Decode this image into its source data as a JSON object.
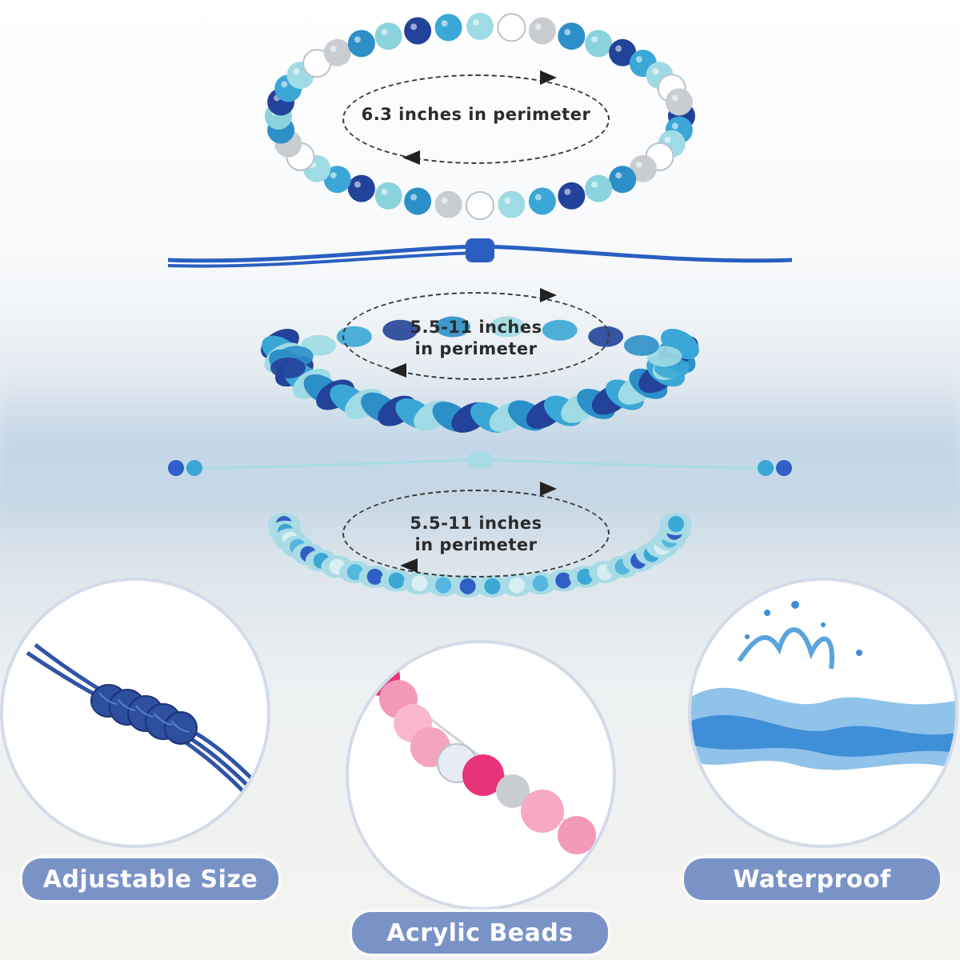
{
  "bracelets": [
    {
      "label": "6.3 inches in perimeter"
    },
    {
      "label_line1": "5.5-11 inches",
      "label_line2": "in perimeter"
    },
    {
      "label_line1": "5.5-11 inches",
      "label_line2": "in perimeter"
    }
  ],
  "features": {
    "adjustable": "Adjustable Size",
    "beads": "Acrylic Beads",
    "waterproof": "Waterproof"
  },
  "colors": {
    "pill": "#7a93c7",
    "dark_blue": "#23429a",
    "turquoise": "#3aa7d6",
    "light_aqua": "#9fdbe4",
    "pink": "#e8337a"
  }
}
